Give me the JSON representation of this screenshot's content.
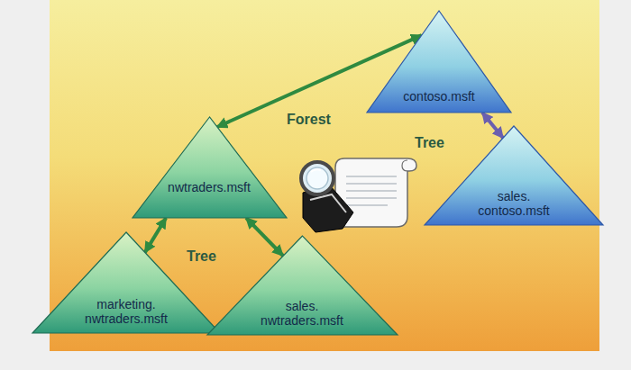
{
  "diagram": {
    "nodes": [
      {
        "text": [
          "contoso.msft"
        ]
      },
      {
        "text": [
          "sales. contoso.msft"
        ]
      },
      {
        "text": [
          "nwtraders.msft"
        ]
      },
      {
        "text": [
          "marketing. nwtraders.msft"
        ]
      },
      {
        "text": [
          "sales. nwtraders.msft"
        ]
      }
    ],
    "edges": [
      {
        "from": 2,
        "to": 0,
        "arrow": "both"
      },
      {
        "from": 0,
        "to": 1,
        "arrow": "both"
      },
      {
        "from": 2,
        "to": 3,
        "arrow": "both"
      },
      {
        "from": 2,
        "to": 4,
        "arrow": "both"
      }
    ],
    "labels": [
      "Forest",
      "Tree",
      "Tree"
    ]
  }
}
